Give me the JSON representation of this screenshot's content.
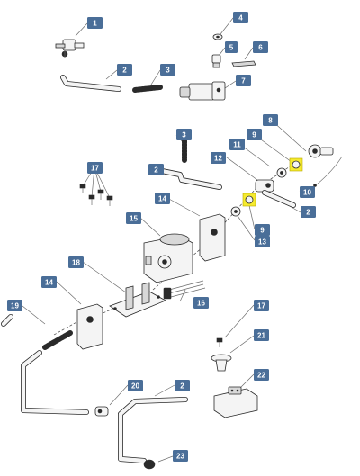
{
  "callouts": [
    {
      "label": "1"
    },
    {
      "label": "2"
    },
    {
      "label": "3"
    },
    {
      "label": "4"
    },
    {
      "label": "5"
    },
    {
      "label": "6"
    },
    {
      "label": "7"
    },
    {
      "label": "3"
    },
    {
      "label": "8"
    },
    {
      "label": "9"
    },
    {
      "label": "11"
    },
    {
      "label": "12"
    },
    {
      "label": "17"
    },
    {
      "label": "2"
    },
    {
      "label": "10"
    },
    {
      "label": "14"
    },
    {
      "label": "2"
    },
    {
      "label": "9"
    },
    {
      "label": "15"
    },
    {
      "label": "13"
    },
    {
      "label": "18"
    },
    {
      "label": "14"
    },
    {
      "label": "16"
    },
    {
      "label": "19"
    },
    {
      "label": "17"
    },
    {
      "label": "21"
    },
    {
      "label": "22"
    },
    {
      "label": "20"
    },
    {
      "label": "2"
    },
    {
      "label": "23"
    }
  ],
  "colors": {
    "badge": "#4a6e98",
    "badge_text": "#ffffff",
    "highlight": "#f5ea2f",
    "line_art": "#2a2a2a"
  }
}
